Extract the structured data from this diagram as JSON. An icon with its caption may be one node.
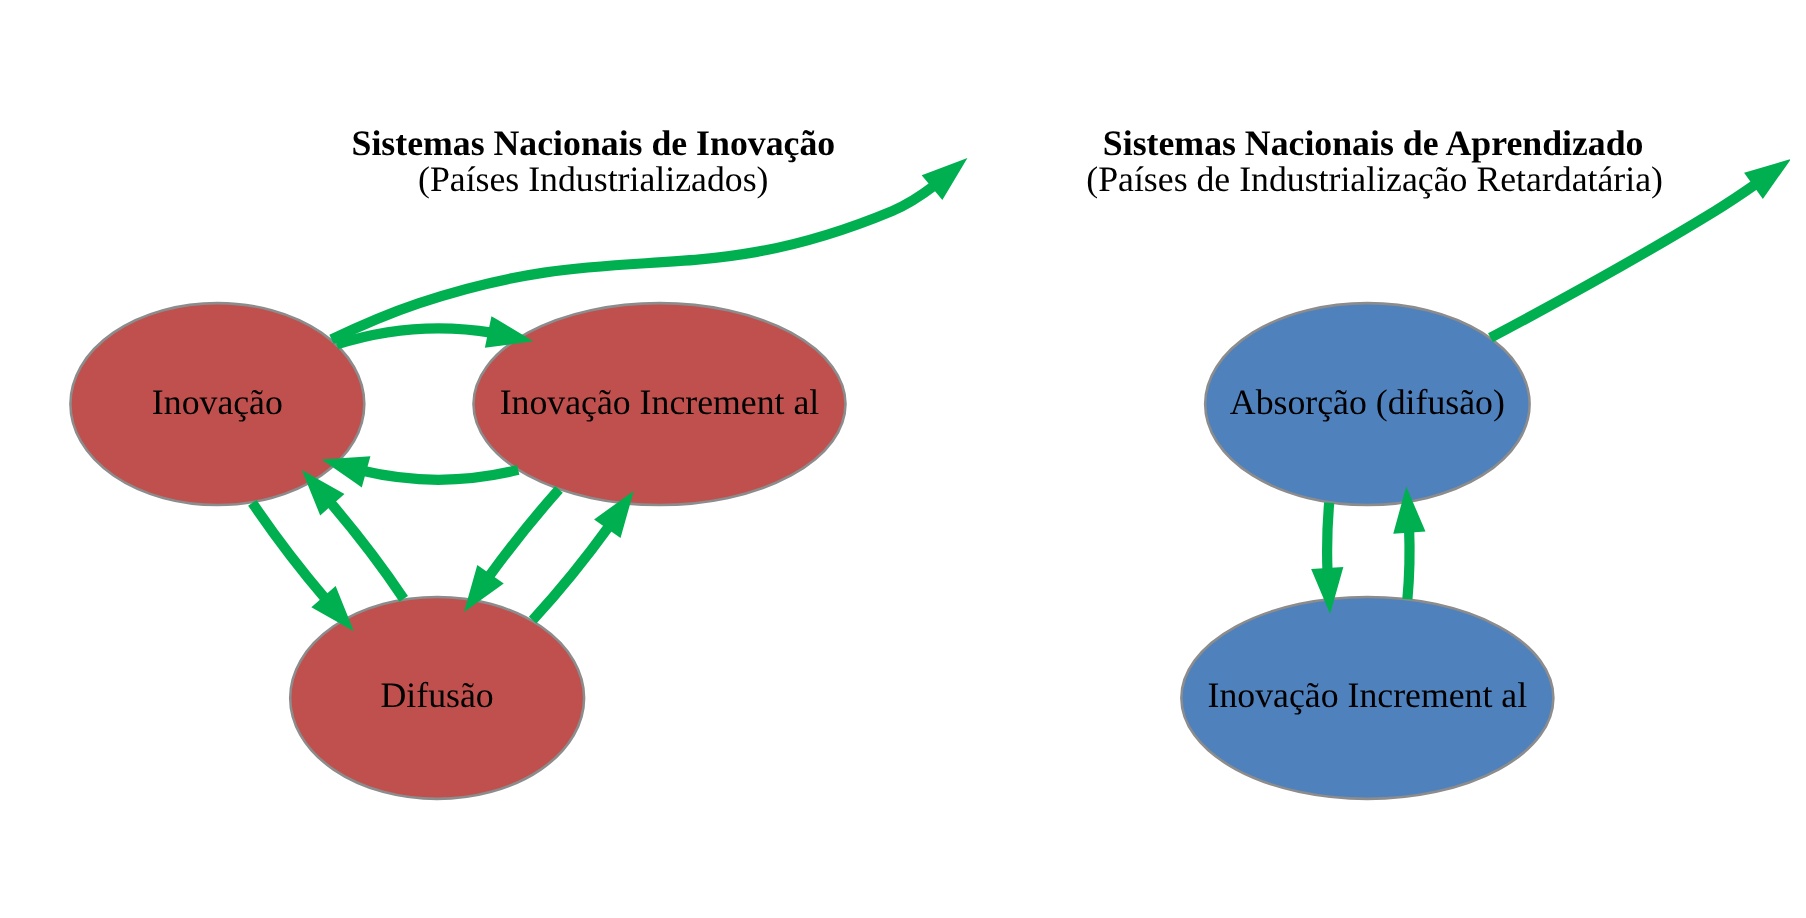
{
  "diagram": {
    "nodes": [
      {
        "text": [
          "Inovação Increment al"
        ]
      },
      {
        "text": [
          "Inovação"
        ]
      },
      {
        "text": [
          "Difusão"
        ]
      },
      {
        "text": [
          "Absorção (difusão)"
        ]
      },
      {
        "text": [
          "Inovação Increment al"
        ]
      }
    ],
    "edges": [
      {
        "from": 0,
        "to": 1,
        "arrow": "to"
      },
      {
        "from": 1,
        "to": 0,
        "arrow": "to"
      },
      {
        "from": 0,
        "to": 2,
        "arrow": "to"
      },
      {
        "from": 2,
        "to": 0,
        "arrow": "to"
      },
      {
        "from": 2,
        "to": 1,
        "arrow": "to"
      },
      {
        "from": 1,
        "to": 2,
        "arrow": "to"
      },
      {
        "from": 1,
        "to": null,
        "arrow": "to"
      },
      {
        "from": 3,
        "to": null,
        "arrow": "to"
      },
      {
        "from": 4,
        "to": 3,
        "arrow": "to"
      },
      {
        "from": 3,
        "to": 4,
        "arrow": "to"
      }
    ],
    "labels": [
      "Sistemas Nacionais de Inovação",
      "(Países Industrializados)",
      "Sistemas Nacionais de Aprendizado",
      "(Países de Industrialização Retardatária)"
    ]
  }
}
